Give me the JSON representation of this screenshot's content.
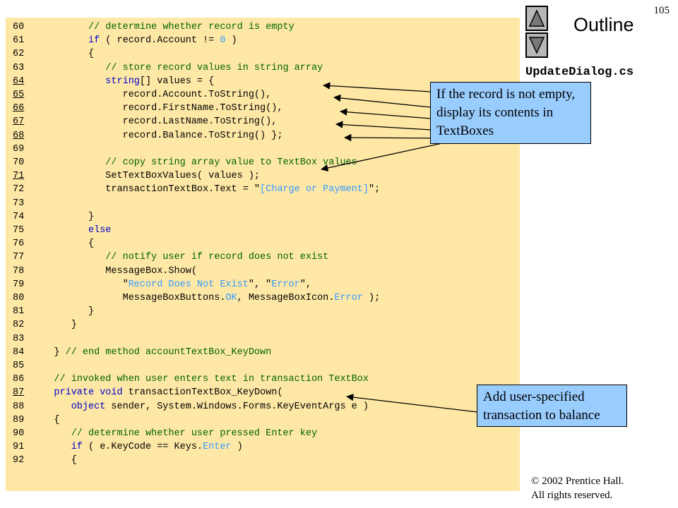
{
  "page_number": "105",
  "outline_title": "Outline",
  "filename": "UpdateDialog.cs",
  "callouts": {
    "record_display": "If the record is not empty, display its contents in TextBoxes",
    "transaction": "Add user-specified transaction to balance"
  },
  "copyright": {
    "line1": "© 2002 Prentice Hall.",
    "line2": "All rights reserved."
  },
  "colors": {
    "code_background": "#ffe8a6",
    "callout_background": "#99ccff",
    "comment": "#006400",
    "keyword": "#0000cc",
    "literal": "#3399ff"
  },
  "icons": {
    "up": "triangle-up-icon",
    "down": "triangle-down-icon"
  },
  "code_lines": [
    {
      "num": "60",
      "u": false,
      "indent": 8,
      "tokens": [
        [
          "comment",
          "// determine whether record is empty"
        ]
      ]
    },
    {
      "num": "61",
      "u": false,
      "indent": 8,
      "tokens": [
        [
          "keyword",
          "if"
        ],
        [
          "plain",
          " ( record.Account != "
        ],
        [
          "number",
          "0"
        ],
        [
          "plain",
          " )"
        ]
      ]
    },
    {
      "num": "62",
      "u": false,
      "indent": 8,
      "tokens": [
        [
          "plain",
          "{"
        ]
      ]
    },
    {
      "num": "63",
      "u": false,
      "indent": 11,
      "tokens": [
        [
          "comment",
          "// store record values in string array"
        ]
      ]
    },
    {
      "num": "64",
      "u": true,
      "indent": 11,
      "tokens": [
        [
          "type",
          "string"
        ],
        [
          "plain",
          "[] values = {"
        ]
      ]
    },
    {
      "num": "65",
      "u": true,
      "indent": 14,
      "tokens": [
        [
          "plain",
          "record.Account.ToString(),"
        ]
      ]
    },
    {
      "num": "66",
      "u": true,
      "indent": 14,
      "tokens": [
        [
          "plain",
          "record.FirstName.ToString(),"
        ]
      ]
    },
    {
      "num": "67",
      "u": true,
      "indent": 14,
      "tokens": [
        [
          "plain",
          "record.LastName.ToString(),"
        ]
      ]
    },
    {
      "num": "68",
      "u": true,
      "indent": 14,
      "tokens": [
        [
          "plain",
          "record.Balance.ToString() };"
        ]
      ]
    },
    {
      "num": "69",
      "u": false,
      "indent": 0,
      "tokens": []
    },
    {
      "num": "70",
      "u": false,
      "indent": 11,
      "tokens": [
        [
          "comment",
          "// copy string array value to TextBox values"
        ]
      ]
    },
    {
      "num": "71",
      "u": true,
      "indent": 11,
      "tokens": [
        [
          "plain",
          "SetTextBoxValues( values );"
        ]
      ]
    },
    {
      "num": "72",
      "u": false,
      "indent": 11,
      "tokens": [
        [
          "plain",
          "transactionTextBox.Text = \""
        ],
        [
          "string",
          "[Charge or Payment]"
        ],
        [
          "plain",
          "\";"
        ]
      ]
    },
    {
      "num": "73",
      "u": false,
      "indent": 0,
      "tokens": []
    },
    {
      "num": "74",
      "u": false,
      "indent": 8,
      "tokens": [
        [
          "plain",
          "}"
        ]
      ]
    },
    {
      "num": "75",
      "u": false,
      "indent": 8,
      "tokens": [
        [
          "keyword",
          "else"
        ]
      ]
    },
    {
      "num": "76",
      "u": false,
      "indent": 8,
      "tokens": [
        [
          "plain",
          "{"
        ]
      ]
    },
    {
      "num": "77",
      "u": false,
      "indent": 11,
      "tokens": [
        [
          "comment",
          "// notify user if record does not exist"
        ]
      ]
    },
    {
      "num": "78",
      "u": false,
      "indent": 11,
      "tokens": [
        [
          "plain",
          "MessageBox.Show("
        ]
      ]
    },
    {
      "num": "79",
      "u": false,
      "indent": 14,
      "tokens": [
        [
          "plain",
          "\""
        ],
        [
          "string",
          "Record Does Not Exist"
        ],
        [
          "plain",
          "\", \""
        ],
        [
          "string",
          "Error"
        ],
        [
          "plain",
          "\","
        ]
      ]
    },
    {
      "num": "80",
      "u": false,
      "indent": 14,
      "tokens": [
        [
          "plain",
          "MessageBoxButtons."
        ],
        [
          "member",
          "OK"
        ],
        [
          "plain",
          ", MessageBoxIcon."
        ],
        [
          "member",
          "Error"
        ],
        [
          "plain",
          " );"
        ]
      ]
    },
    {
      "num": "81",
      "u": false,
      "indent": 8,
      "tokens": [
        [
          "plain",
          "}"
        ]
      ]
    },
    {
      "num": "82",
      "u": false,
      "indent": 5,
      "tokens": [
        [
          "plain",
          "}"
        ]
      ]
    },
    {
      "num": "83",
      "u": false,
      "indent": 0,
      "tokens": []
    },
    {
      "num": "84",
      "u": false,
      "indent": 2,
      "tokens": [
        [
          "plain",
          "} "
        ],
        [
          "comment",
          "// end method accountTextBox_KeyDown"
        ]
      ]
    },
    {
      "num": "85",
      "u": false,
      "indent": 0,
      "tokens": []
    },
    {
      "num": "86",
      "u": false,
      "indent": 2,
      "tokens": [
        [
          "comment",
          "// invoked when user enters text in transaction TextBox"
        ]
      ]
    },
    {
      "num": "87",
      "u": true,
      "indent": 2,
      "tokens": [
        [
          "keyword",
          "private void"
        ],
        [
          "plain",
          " transactionTextBox_KeyDown("
        ]
      ]
    },
    {
      "num": "88",
      "u": false,
      "indent": 5,
      "tokens": [
        [
          "type",
          "object"
        ],
        [
          "plain",
          " sender, System.Windows.Forms.KeyEventArgs e )"
        ]
      ]
    },
    {
      "num": "89",
      "u": false,
      "indent": 2,
      "tokens": [
        [
          "plain",
          "{"
        ]
      ]
    },
    {
      "num": "90",
      "u": false,
      "indent": 5,
      "tokens": [
        [
          "comment",
          "// determine whether user pressed Enter key"
        ]
      ]
    },
    {
      "num": "91",
      "u": false,
      "indent": 5,
      "tokens": [
        [
          "keyword",
          "if"
        ],
        [
          "plain",
          " ( e.KeyCode == Keys."
        ],
        [
          "member",
          "Enter"
        ],
        [
          "plain",
          " )"
        ]
      ]
    },
    {
      "num": "92",
      "u": false,
      "indent": 5,
      "tokens": [
        [
          "plain",
          "{"
        ]
      ]
    }
  ]
}
